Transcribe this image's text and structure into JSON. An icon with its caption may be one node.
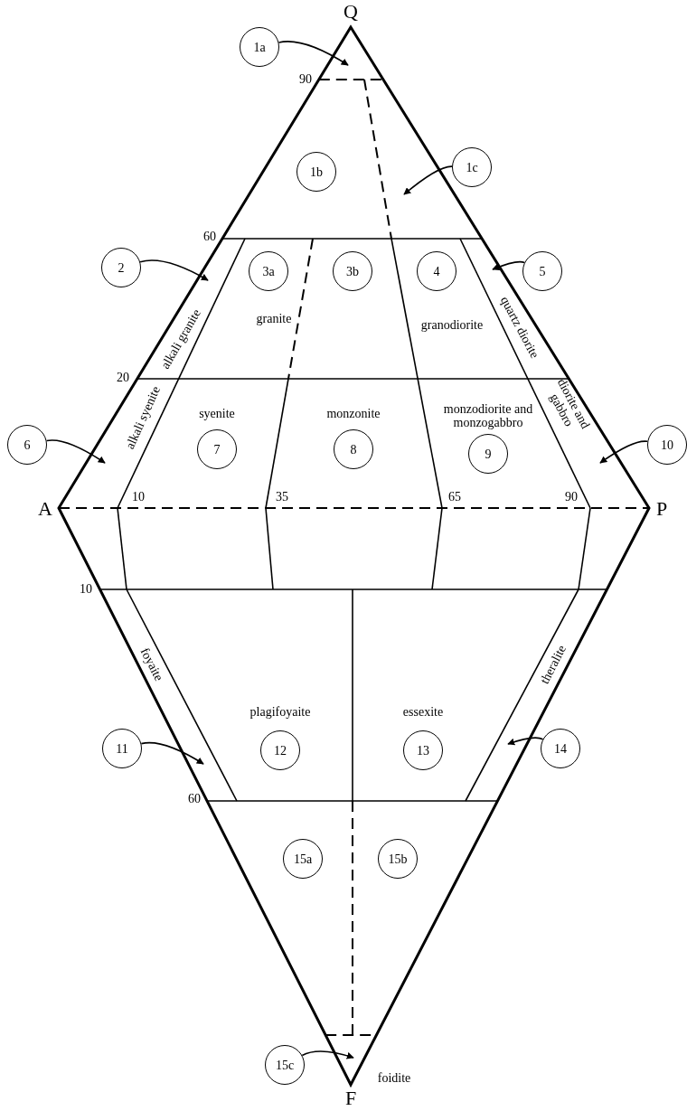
{
  "diagram": {
    "nodes": [
      {
        "text": [
          "1a"
        ]
      },
      {
        "text": [
          "1b"
        ]
      },
      {
        "text": [
          "1c"
        ]
      },
      {
        "text": [
          "2"
        ]
      },
      {
        "text": [
          "3a"
        ]
      },
      {
        "text": [
          "3b"
        ]
      },
      {
        "text": [
          "4"
        ]
      },
      {
        "text": [
          "5"
        ]
      },
      {
        "text": [
          "6"
        ]
      },
      {
        "text": [
          "7"
        ]
      },
      {
        "text": [
          "8"
        ]
      },
      {
        "text": [
          "9"
        ]
      },
      {
        "text": [
          "10"
        ]
      },
      {
        "text": [
          "11"
        ]
      },
      {
        "text": [
          "12"
        ]
      },
      {
        "text": [
          "13"
        ]
      },
      {
        "text": [
          "14"
        ]
      },
      {
        "text": [
          "15a"
        ]
      },
      {
        "text": [
          "15b"
        ]
      },
      {
        "text": [
          "15c"
        ]
      }
    ],
    "edges": [
      {
        "from": 0,
        "to": null,
        "arrow": "to"
      },
      {
        "from": 2,
        "to": null,
        "arrow": "to"
      },
      {
        "from": 3,
        "to": null,
        "arrow": "to"
      },
      {
        "from": 7,
        "to": null,
        "arrow": "to"
      },
      {
        "from": 8,
        "to": null,
        "arrow": "to"
      },
      {
        "from": 12,
        "to": null,
        "arrow": "to"
      },
      {
        "from": 13,
        "to": null,
        "arrow": "to"
      },
      {
        "from": 16,
        "to": null,
        "arrow": "to"
      },
      {
        "from": 19,
        "to": null,
        "arrow": "to"
      }
    ],
    "labels": [
      "Q",
      "90",
      "60",
      "alkali granite",
      "granite",
      "granodiorite",
      "quartz diorite",
      "20",
      "alkali syenite",
      "syenite",
      "monzonite",
      "monzodiorite and monzogabbro",
      "diorite and gabbro",
      "A",
      "10",
      "35",
      "65",
      "90",
      "P",
      "10",
      "foyaite",
      "plagifoyaite",
      "essexite",
      "theralite",
      "60",
      "foidite",
      "F"
    ]
  }
}
